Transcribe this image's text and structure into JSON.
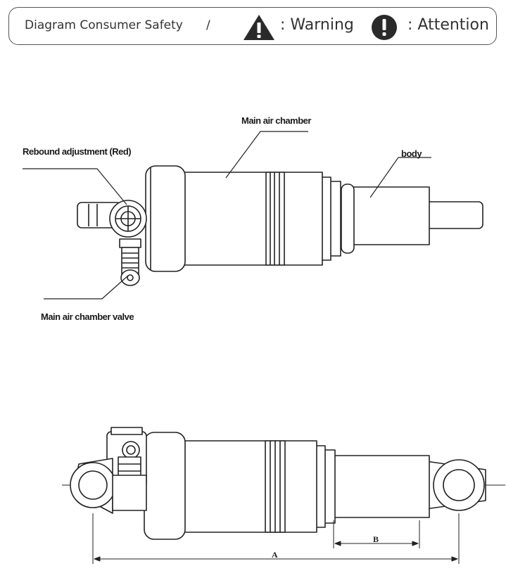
{
  "legend": {
    "title": "Diagram Consumer Safety",
    "separator": "/",
    "warning_label": ": Warning",
    "attention_label": ": Attention",
    "warning_icon": "warning-triangle-icon",
    "attention_icon": "attention-circle-icon"
  },
  "diagram": {
    "callouts": {
      "main_air_chamber": "Main air chamber",
      "body": "body",
      "rebound_adjustment": "Rebound adjustment (Red)",
      "main_air_chamber_valve": "Main air chamber valve"
    },
    "dimensions": {
      "a": "A",
      "b": "B"
    }
  },
  "colors": {
    "line": "#222222",
    "text": "#1a1a1a",
    "border": "#555555"
  }
}
